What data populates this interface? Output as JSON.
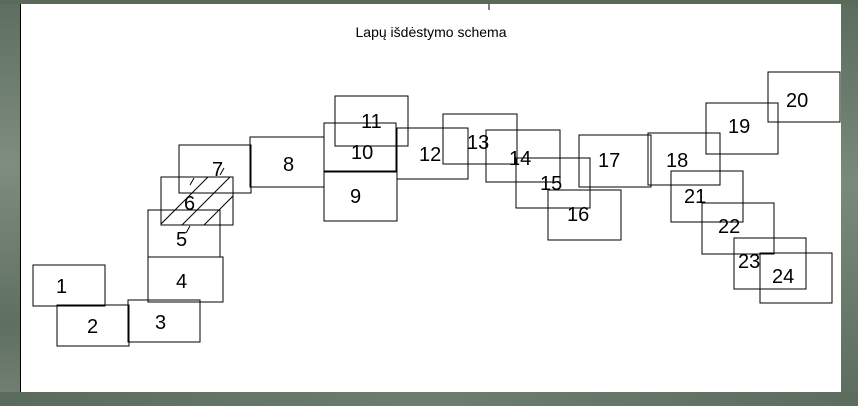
{
  "title": "Lapų išdėstymo schema",
  "boxes": [
    {
      "label": "1"
    },
    {
      "label": "2"
    },
    {
      "label": "3"
    },
    {
      "label": "4"
    },
    {
      "label": "5"
    },
    {
      "label": "6"
    },
    {
      "label": "7"
    },
    {
      "label": "8"
    },
    {
      "label": "9"
    },
    {
      "label": "10"
    },
    {
      "label": "11"
    },
    {
      "label": "12"
    },
    {
      "label": "13"
    },
    {
      "label": "14"
    },
    {
      "label": "15"
    },
    {
      "label": "16"
    },
    {
      "label": "17"
    },
    {
      "label": "18"
    },
    {
      "label": "19"
    },
    {
      "label": "20"
    },
    {
      "label": "21"
    },
    {
      "label": "22"
    },
    {
      "label": "23"
    },
    {
      "label": "24"
    }
  ]
}
